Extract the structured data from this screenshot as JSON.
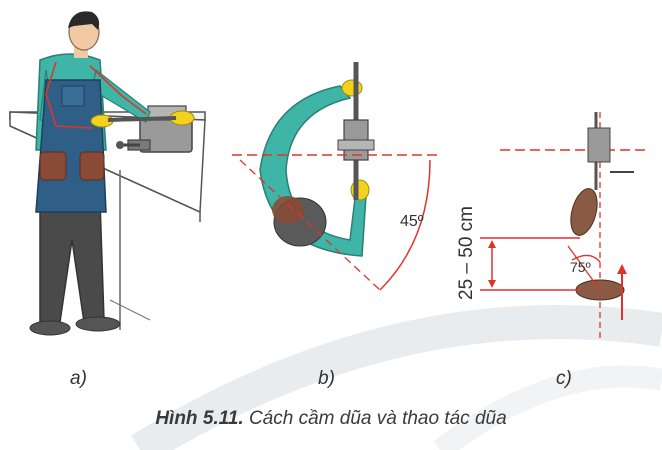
{
  "figure": {
    "caption_number": "Hình 5.11.",
    "caption_text": " Cách cầm dũa và thao tác dũa"
  },
  "panels": {
    "a": {
      "label": "a)"
    },
    "b": {
      "label": "b)",
      "angle_label": "45º"
    },
    "c": {
      "label": "c)",
      "distance_label": "25 – 50 cm",
      "angle_label": "75º"
    }
  },
  "colors": {
    "worker_shirt": "#3fb5a8",
    "apron": "#2f5f86",
    "apron_pocket": "#8a4a35",
    "gloves": "#f2d21c",
    "pants": "#4a4a4a",
    "vise": "#8c8c8c",
    "dimension_red": "#e0342b",
    "feet": "#8a5a45"
  }
}
